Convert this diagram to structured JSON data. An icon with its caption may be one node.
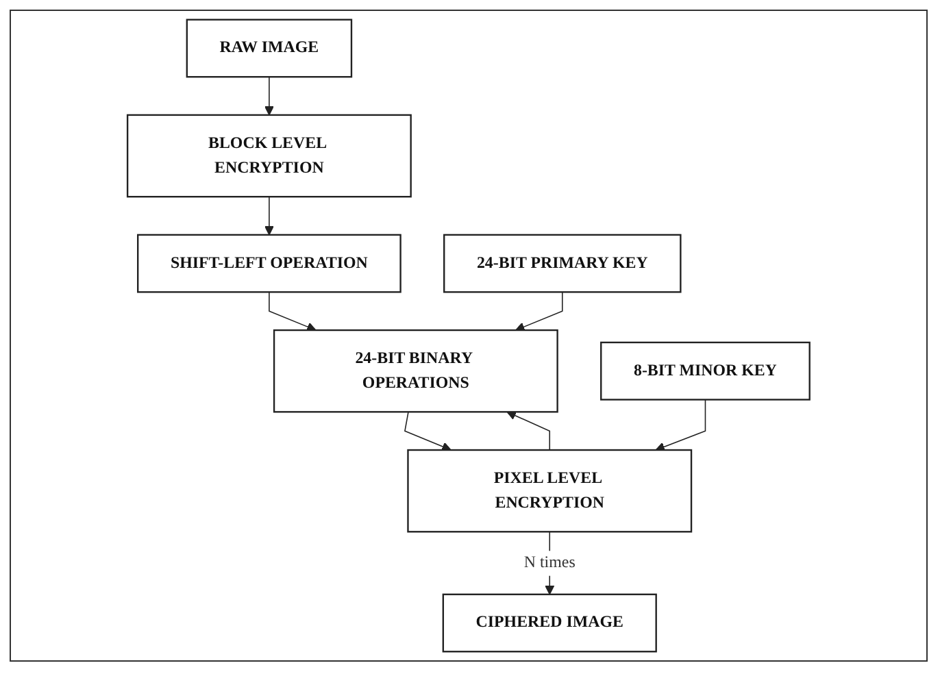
{
  "diagram": {
    "nodes": [
      {
        "text": [
          "RAW IMAGE"
        ]
      },
      {
        "text": [
          "BLOCK LEVEL ENCRYPTION"
        ]
      },
      {
        "text": [
          "SHIFT-LEFT OPERATION"
        ]
      },
      {
        "text": [
          "24-BIT PRIMARY KEY"
        ]
      },
      {
        "text": [
          "24-BIT BINARY OPERATIONS"
        ]
      },
      {
        "text": [
          "8-BIT MINOR KEY"
        ]
      },
      {
        "text": [
          "PIXEL LEVEL ENCRYPTION"
        ]
      },
      {
        "text": [
          "CIPHERED IMAGE"
        ]
      }
    ],
    "edges": [
      {
        "from": 0,
        "to": 1,
        "arrow": "to"
      },
      {
        "from": 1,
        "to": 2,
        "arrow": "to"
      },
      {
        "from": 2,
        "to": 4,
        "arrow": "to"
      },
      {
        "from": 3,
        "to": 4,
        "arrow": "to"
      },
      {
        "from": 4,
        "to": 6,
        "arrow": "to"
      },
      {
        "from": 5,
        "to": 6,
        "arrow": "to"
      },
      {
        "from": 6,
        "to": 4,
        "arrow": "to"
      },
      {
        "from": 6,
        "to": 7,
        "label": "N times",
        "arrow": "to"
      }
    ]
  }
}
